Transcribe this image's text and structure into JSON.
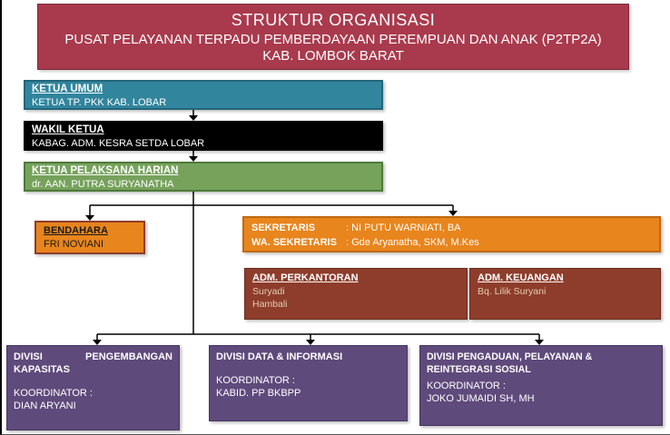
{
  "header": {
    "line1": "STRUKTUR ORGANISASI",
    "line2": "PUSAT PELAYANAN TERPADU PEMBERDAYAAN PEREMPUAN DAN ANAK (P2TP2A)",
    "line3": "KAB. LOMBOK BARAT"
  },
  "boxes": {
    "ketua_umum": {
      "title": "KETUA UMUM",
      "name": "KETUA TP. PKK KAB. LOBAR"
    },
    "wakil_ketua": {
      "title": "WAKIL KETUA",
      "name": "KABAG. ADM. KESRA SETDA LOBAR"
    },
    "ketua_pelaksana": {
      "title": "KETUA PELAKSANA HARIAN",
      "name": "dr. AAN. PUTRA SURYANATHA"
    },
    "bendahara": {
      "title": "BENDAHARA",
      "name": "FRI NOVIANI"
    },
    "sekretaris": {
      "label1": "SEKRETARIS",
      "value1": ": NI PUTU WARNIATI, BA",
      "label2": "WA. SEKRETARIS",
      "value2": ": Gde Aryanatha, SKM, M.Kes"
    },
    "adm_perkantoran": {
      "title": "ADM. PERKANTORAN",
      "names": [
        "Suryadi",
        "Hambali"
      ]
    },
    "adm_keuangan": {
      "title": "ADM. KEUANGAN",
      "names": [
        "Bq. Lilik Suryani"
      ]
    },
    "divisi_kapasitas": {
      "title": "DIVISI PENGEMBANGAN KAPASITAS",
      "koordinator_label": "KOORDINATOR :",
      "koordinator": "DIAN ARYANI"
    },
    "divisi_data": {
      "title": "DIVISI DATA & INFORMASI",
      "koordinator_label": "KOORDINATOR :",
      "koordinator": "KABID. PP BKBPP"
    },
    "divisi_pengaduan": {
      "title": "DIVISI  PENGADUAN, PELAYANAN & REINTEGRASI SOSIAL",
      "koordinator_label": "KOORDINATOR  :",
      "koordinator": "JOKO  JUMAIDI SH, MH"
    }
  },
  "colors": {
    "header_bg": "#A93A4D",
    "ketua_umum_bg": "#31859C",
    "wakil_ketua_bg": "#000000",
    "ketua_pelaksana_bg": "#76A25C",
    "bendahara_bg": "#E8851D",
    "sekretaris_bg": "#E8851D",
    "adm_bg": "#8E3D2C",
    "divisi_bg": "#5F4A7C",
    "connector": "#000000"
  }
}
